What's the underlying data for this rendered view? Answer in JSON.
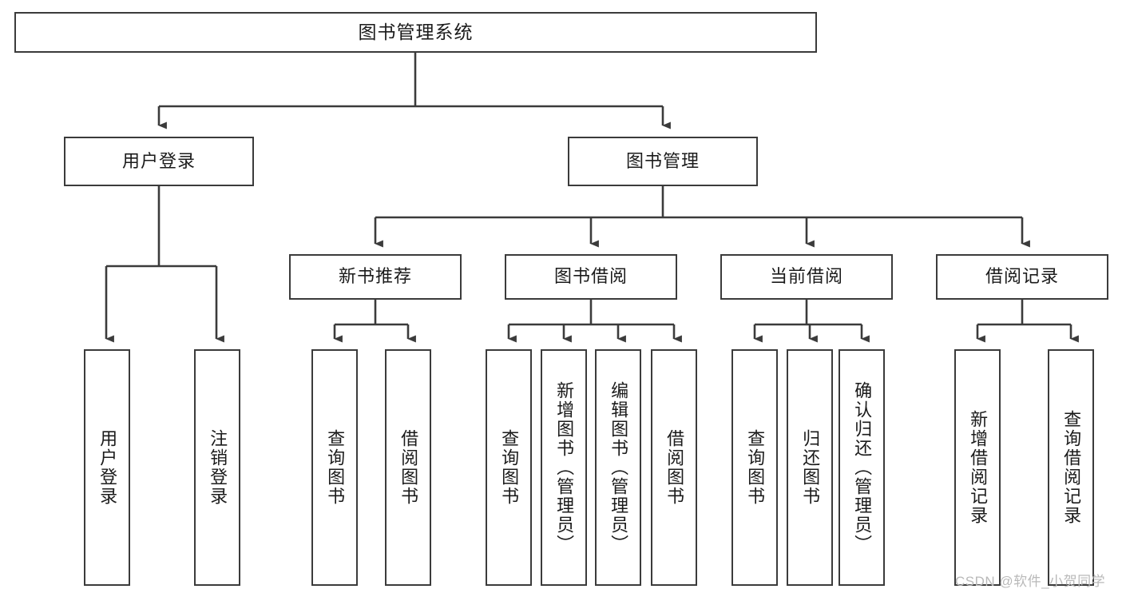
{
  "diagram": {
    "title": "图书管理系统",
    "type": "tree",
    "background_color": "#ffffff",
    "line_color": "#3b3b3b",
    "text_color": "#1b1b1b",
    "levels": [
      {
        "level": 1,
        "nodes": [
          {
            "id": "root",
            "label": "图书管理系统",
            "orientation": "horizontal"
          }
        ]
      },
      {
        "level": 2,
        "nodes": [
          {
            "id": "login",
            "label": "用户登录",
            "orientation": "horizontal",
            "parent": "root"
          },
          {
            "id": "bookmgmt",
            "label": "图书管理",
            "orientation": "horizontal",
            "parent": "root"
          }
        ]
      },
      {
        "level": 3,
        "nodes": [
          {
            "id": "newbook",
            "label": "新书推荐",
            "orientation": "horizontal",
            "parent": "bookmgmt"
          },
          {
            "id": "borrow",
            "label": "图书借阅",
            "orientation": "horizontal",
            "parent": "bookmgmt"
          },
          {
            "id": "current",
            "label": "当前借阅",
            "orientation": "horizontal",
            "parent": "bookmgmt"
          },
          {
            "id": "records",
            "label": "借阅记录",
            "orientation": "horizontal",
            "parent": "bookmgmt"
          }
        ]
      },
      {
        "level": 4,
        "nodes": [
          {
            "id": "leaf1",
            "label": "用户登录",
            "orientation": "vertical",
            "parent": "login"
          },
          {
            "id": "leaf2",
            "label": "注销登录",
            "orientation": "vertical",
            "parent": "login"
          },
          {
            "id": "leaf3",
            "label": "查询图书",
            "orientation": "vertical",
            "parent": "newbook"
          },
          {
            "id": "leaf4",
            "label": "借阅图书",
            "orientation": "vertical",
            "parent": "newbook"
          },
          {
            "id": "leaf5",
            "label": "查询图书",
            "orientation": "vertical",
            "parent": "borrow"
          },
          {
            "id": "leaf6",
            "label": "新增图书（管理员）",
            "orientation": "vertical",
            "parent": "borrow"
          },
          {
            "id": "leaf7",
            "label": "编辑图书（管理员）",
            "orientation": "vertical",
            "parent": "borrow"
          },
          {
            "id": "leaf8",
            "label": "借阅图书",
            "orientation": "vertical",
            "parent": "borrow"
          },
          {
            "id": "leaf9",
            "label": "查询图书",
            "orientation": "vertical",
            "parent": "current"
          },
          {
            "id": "leaf10",
            "label": "归还图书",
            "orientation": "vertical",
            "parent": "current"
          },
          {
            "id": "leaf11",
            "label": "确认归还（管理员）",
            "orientation": "vertical",
            "parent": "current"
          },
          {
            "id": "leaf12",
            "label": "新增借阅记录",
            "orientation": "vertical",
            "parent": "records"
          },
          {
            "id": "leaf13",
            "label": "查询借阅记录",
            "orientation": "vertical",
            "parent": "records"
          }
        ]
      }
    ]
  },
  "watermark": {
    "text": "CSDN @软件_小贺同学"
  }
}
